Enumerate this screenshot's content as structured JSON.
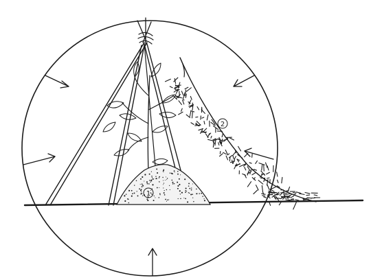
{
  "callouts": [
    {
      "id": "pile",
      "text": "1"
    },
    {
      "id": "branches",
      "text": "2"
    }
  ]
}
